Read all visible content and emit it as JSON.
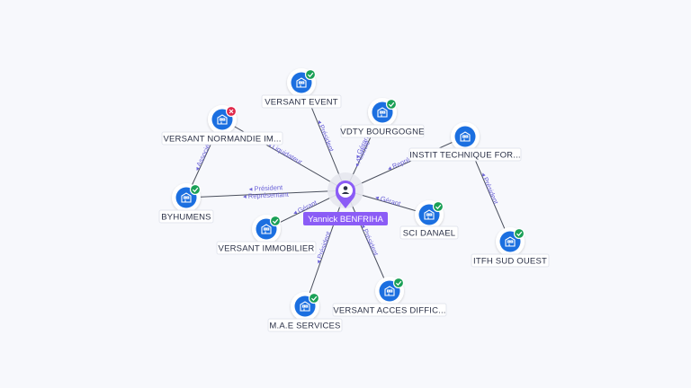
{
  "center": {
    "name": "Yannick BENFRIHA",
    "icon": "person-icon",
    "color": "#8b5cf6"
  },
  "colors": {
    "company": "#1b6fe0",
    "active": "#1aa056",
    "inactive": "#e0274a",
    "edge_label": "#6c63d8"
  },
  "companies": [
    {
      "id": "vendant_event",
      "name": "VERSANT EVENT",
      "status": "active"
    },
    {
      "id": "normandie",
      "name": "VERSANT NORMANDIE IM...",
      "status": "inactive"
    },
    {
      "id": "vdty",
      "name": "VDTY BOURGOGNE",
      "status": "active"
    },
    {
      "id": "instit",
      "name": "INSTIT TECHNIQUE FOR...",
      "status": "none"
    },
    {
      "id": "byhumens",
      "name": "BYHUMENS",
      "status": "active"
    },
    {
      "id": "versant_immo",
      "name": "VERSANT IMMOBILIER",
      "status": "active"
    },
    {
      "id": "sci_danael",
      "name": "SCI DANAEL",
      "status": "active"
    },
    {
      "id": "itfh",
      "name": "ITFH SUD OUEST",
      "status": "active"
    },
    {
      "id": "mae",
      "name": "M.A.E SERVICES",
      "status": "active"
    },
    {
      "id": "acces",
      "name": "VERSANT ACCES DIFFIC...",
      "status": "active"
    }
  ],
  "edges": [
    {
      "from": "center",
      "to": "vendant_event",
      "labels": [
        "Président"
      ]
    },
    {
      "from": "center",
      "to": "normandie",
      "labels": [
        "Liquidateur"
      ]
    },
    {
      "from": "center",
      "to": "vdty",
      "labels": [
        "Gérant",
        "Associé"
      ]
    },
    {
      "from": "center",
      "to": "instit",
      "labels": [
        "Représent"
      ]
    },
    {
      "from": "center",
      "to": "byhumens",
      "labels": [
        "Président",
        "Représentant"
      ]
    },
    {
      "from": "center",
      "to": "versant_immo",
      "labels": [
        "Gérant"
      ]
    },
    {
      "from": "center",
      "to": "sci_danael",
      "labels": [
        "Gérant"
      ]
    },
    {
      "from": "center",
      "to": "mae",
      "labels": [
        "Président"
      ]
    },
    {
      "from": "center",
      "to": "acces",
      "labels": [
        "Président"
      ]
    },
    {
      "from": "normandie",
      "to": "byhumens",
      "labels": [
        "Associé"
      ]
    },
    {
      "from": "instit",
      "to": "itfh",
      "labels": [
        "Président"
      ]
    }
  ]
}
